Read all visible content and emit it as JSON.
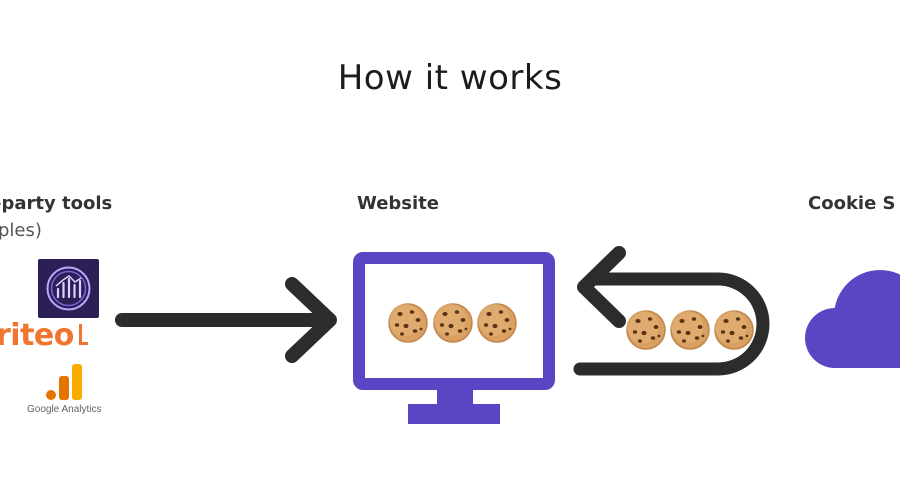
{
  "slide": {
    "title": "How it works"
  },
  "third_party": {
    "label": "-party tools",
    "sublabel": "ples)",
    "logos": {
      "criteo": "riteo",
      "google_analytics": "Google Analytics"
    }
  },
  "website": {
    "label": "Website"
  },
  "cookie_source": {
    "label": "Cookie S"
  },
  "colors": {
    "purple": "#5b45c4",
    "arrow": "#2c2c2c",
    "cookie": "#d9a062",
    "criteo": "#f0762f",
    "ga_yellow": "#f9ab00",
    "ga_orange": "#e37400",
    "adobe_bg": "#2b1f55"
  },
  "icons": [
    "adobe-analytics-icon",
    "criteo-logo",
    "google-analytics-icon",
    "monitor-icon",
    "cookie-icon",
    "cloud-icon",
    "arrow-right-icon",
    "arrow-return-icon"
  ]
}
